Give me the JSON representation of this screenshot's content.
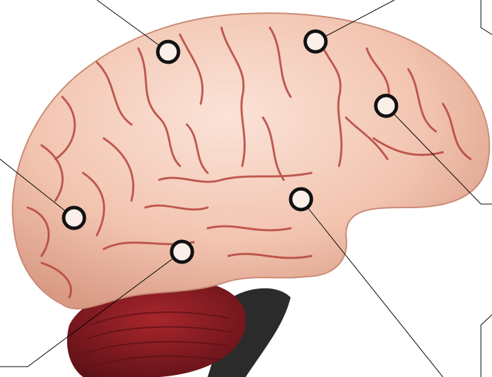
{
  "image": {
    "subject": "brain-lateral-view",
    "colors": {
      "cortex_base": "#f2c7b3",
      "cortex_light": "#f9ddd0",
      "cortex_shadow": "#d79a84",
      "sulcus": "#b5443c",
      "cerebellum": "#8e1f24",
      "cerebellum_dark": "#5e1117",
      "brainstem": "#2b2b2b",
      "leader_line": "#000000",
      "marker_fill": "#fbefe9",
      "marker_stroke": "#111111"
    }
  },
  "markers": [
    {
      "id": "m1",
      "label": ""
    },
    {
      "id": "m2",
      "label": ""
    },
    {
      "id": "m3",
      "label": ""
    },
    {
      "id": "m4",
      "label": ""
    },
    {
      "id": "m5",
      "label": ""
    },
    {
      "id": "m6",
      "label": ""
    }
  ]
}
